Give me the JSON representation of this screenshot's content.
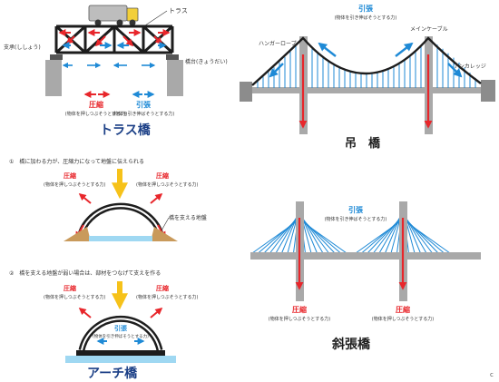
{
  "truss": {
    "title": "トラス橋",
    "label_truss": "トラス",
    "label_support": "支承(ししょう)",
    "label_abutment": "橋台(きょうだい)",
    "legend_compression": "圧縮",
    "legend_compression_sub": "(物体を押しつぶそうとする力)",
    "legend_tension": "引張",
    "legend_tension_sub": "(物体を引き伸ばそうとする力)"
  },
  "suspension": {
    "title": "吊　橋",
    "label_tension": "引張",
    "label_tension_sub": "(物体を引き伸ばそうとする力)",
    "label_hanger": "ハンガーロープ",
    "label_main_cable": "メインケーブル",
    "label_anchorage": "アンカレッジ"
  },
  "arch": {
    "title": "アーチ橋",
    "step1": "①　橋に加わる力が、圧縮力になって地盤に伝えられる",
    "step2": "②　橋を支える地盤が弱い場合は、部材をつなげて支えを作る",
    "compression": "圧縮",
    "compression_sub": "(物体を押しつぶそうとする力)",
    "ground_label": "橋を支える地盤",
    "tension": "引張",
    "tension_sub": "(物体を引き伸ばそうとする力)"
  },
  "cable_stayed": {
    "title": "斜張橋",
    "tension": "引張",
    "tension_sub": "(物体を引き伸ばそうとする力)",
    "compression": "圧縮",
    "compression_sub": "(物体を押しつぶそうとする力)"
  },
  "footer": {
    "mark": "c"
  },
  "colors": {
    "compression": "#e8262b",
    "tension": "#1f8ad6",
    "steel": "#1d1d1d",
    "concrete": "#a9a9a9",
    "force": "#f6c21a",
    "water": "#9fd8f2",
    "ground": "#c99a5b"
  }
}
